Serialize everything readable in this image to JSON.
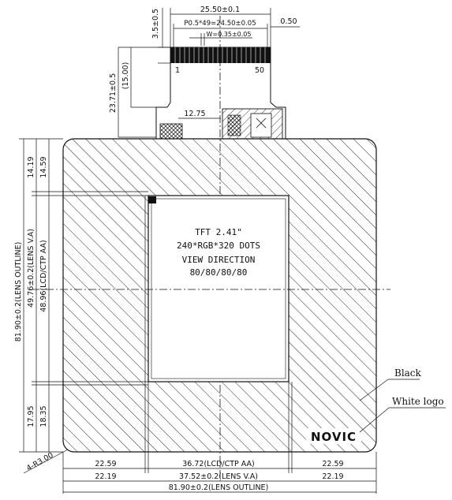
{
  "fpc": {
    "dim_width_total": "25.50±0.1",
    "dim_pitch": "P0.5*49=24.50±0.05",
    "dim_pin_width": "W=0.35±0.05",
    "dim_offset": "0.50",
    "dim_top": "3.5±0.5",
    "dim_fpc_length": "23.71±0.5",
    "dim_fpc_inner": "(15.00)",
    "dim_center": "12.75",
    "pin_first": "1",
    "pin_last": "50"
  },
  "display": {
    "line1": "TFT 2.41\"",
    "line2": "240*RGB*320 DOTS",
    "line3": "VIEW DIRECTION",
    "line4": "80/80/80/80"
  },
  "left_dims": {
    "lens_outline": "81.90±0.2(LENS OUTLINE)",
    "lens_va": "49.76±0.2(LENS V.A)",
    "lcd_aa": "48.96(LCD/CTP AA)",
    "top_a": "14.19",
    "top_b": "14.59",
    "bot_a": "17.95",
    "bot_b": "18.35",
    "radius": "4-R3.00"
  },
  "bottom_dims": {
    "left_a": "22.59",
    "center_a": "36.72(LCD/CTP AA)",
    "right_a": "22.59",
    "left_b": "22.19",
    "center_b": "37.52±0.2(LENS V.A)",
    "right_b": "22.19",
    "total": "81.90±0.2(LENS OUTLINE)"
  },
  "callouts": {
    "black": "Black",
    "white_logo": "White logo"
  },
  "logo_text": "NOVIC"
}
